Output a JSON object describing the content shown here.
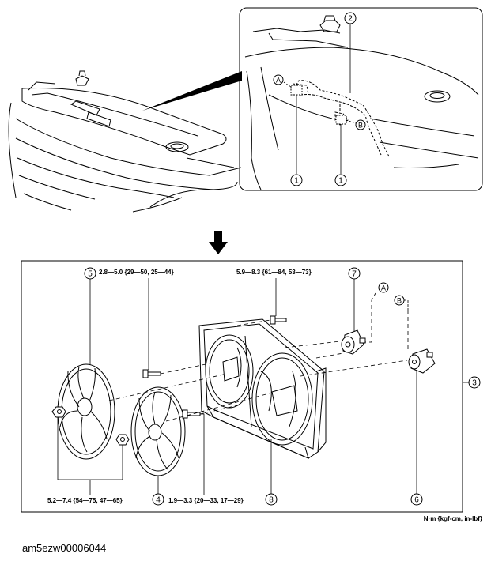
{
  "callouts": {
    "c1": "1",
    "c2": "2",
    "c3": "3",
    "c4": "4",
    "c5": "5",
    "c6": "6",
    "c7": "7",
    "c8": "8"
  },
  "letters": {
    "a": "A",
    "b": "B"
  },
  "torques": {
    "t_top_left": "2.8—5.0 {29—50, 25—44}",
    "t_top_right": "5.9—8.3 {61—84, 53—73}",
    "t_bottom_left": "5.2—7.4 {54—75, 47—65}",
    "t_bottom_mid": "1.9—3.3 {20—33, 17—29}"
  },
  "unit_note": "N·m {kgf-cm, in-lbf}",
  "image_code": "am5ezw00006044"
}
